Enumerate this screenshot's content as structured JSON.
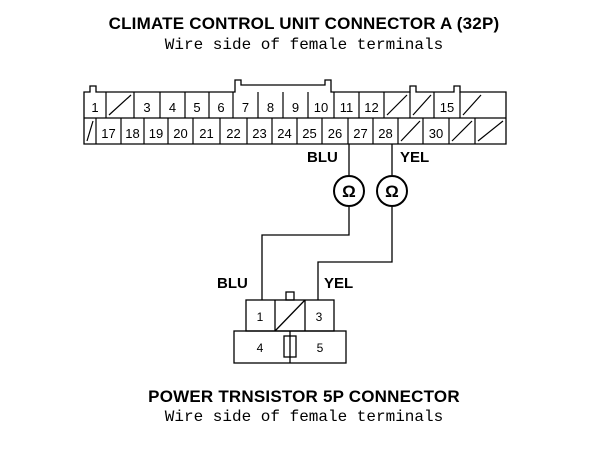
{
  "connector_a": {
    "title": "CLIMATE CONTROL UNIT CONNECTOR A (32P)",
    "subtitle": "Wire side of female terminals",
    "row1": [
      "1",
      "",
      "3",
      "4",
      "5",
      "6",
      "7",
      "8",
      "9",
      "10",
      "11",
      "12",
      "",
      "",
      "15",
      ""
    ],
    "row2": [
      "",
      "17",
      "18",
      "19",
      "20",
      "21",
      "22",
      "23",
      "24",
      "25",
      "26",
      "27",
      "28",
      "",
      "30",
      "",
      ""
    ]
  },
  "meters": {
    "symbol": "Ω",
    "left_wire": "BLU",
    "right_wire": "YEL"
  },
  "connector_b": {
    "title": "POWER TRNSISTOR 5P CONNECTOR",
    "subtitle": "Wire side of female terminals",
    "pins": {
      "p1": "1",
      "p3": "3",
      "p4": "4",
      "p5": "5"
    },
    "wire_left": "BLU",
    "wire_right": "YEL"
  }
}
